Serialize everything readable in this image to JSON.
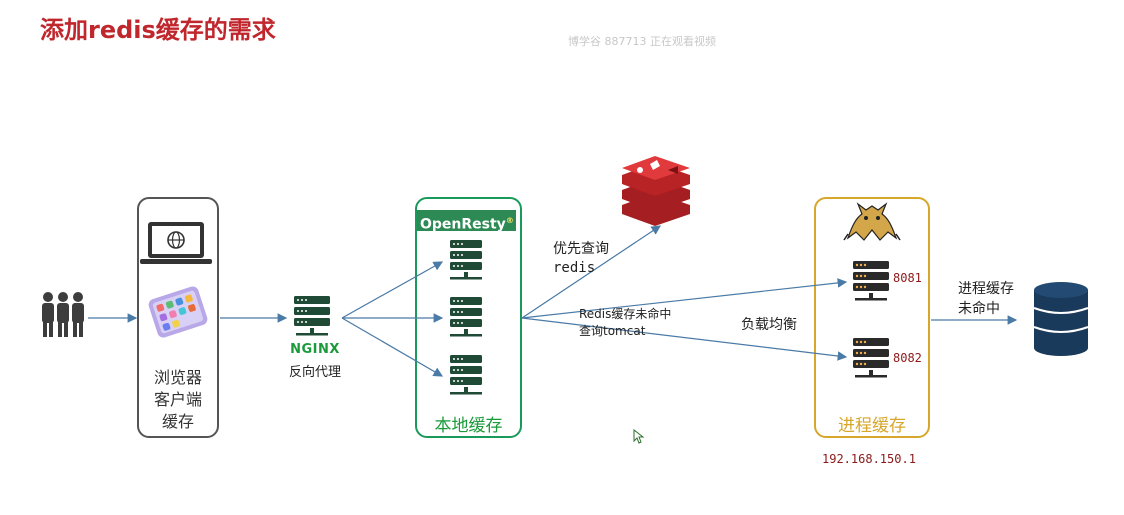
{
  "title": "添加redis缓存的需求",
  "watermark": "博学谷 887713 正在观看视频",
  "browser": {
    "line1": "浏览器",
    "line2": "客户端",
    "line3": "缓存"
  },
  "nginx": {
    "logo": "NGINX",
    "label": "反向代理"
  },
  "openresty": {
    "logo": "OpenResty",
    "reg": "®",
    "label": "本地缓存"
  },
  "redis_query": {
    "line1": "优先查询",
    "line2": "redis"
  },
  "miss": {
    "line1": "Redis缓存未命中",
    "line2": "查询tomcat"
  },
  "load_balance": "负载均衡",
  "tomcat": {
    "port1": "8081",
    "port2": "8082",
    "label": "进程缓存",
    "ip": "192.168.150.1"
  },
  "db_miss": {
    "line1": "进程缓存",
    "line2": "未命中"
  },
  "colors": {
    "title": "#c0272d",
    "openresty": "#1a9a5a",
    "tomcat_box": "#d7a72c",
    "arrow": "#4a7aa6",
    "server": "#1e4a36",
    "db": "#1a3a5c",
    "redis": "#d8282a"
  }
}
